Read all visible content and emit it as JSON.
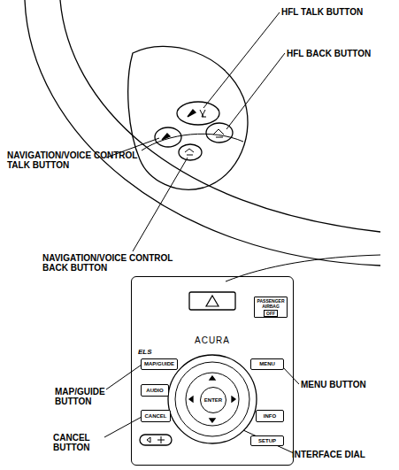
{
  "diagram": {
    "nodes": [
      {
        "text": [
          "ACURA"
        ]
      },
      {
        "text": [
          "PASSENGER AIRBAG",
          "OFF"
        ],
        "in": 0
      },
      {
        "text": [
          "MAP/GUIDE"
        ],
        "in": 0
      },
      {
        "text": [
          "MENU"
        ],
        "in": 0
      },
      {
        "text": [
          "AUDIO"
        ],
        "in": 0
      },
      {
        "text": [
          "CANCEL"
        ],
        "in": 0
      },
      {
        "text": [
          "INFO"
        ],
        "in": 0
      },
      {
        "text": [
          "ENTER"
        ],
        "in": 0
      },
      {
        "text": [
          "SETUP"
        ],
        "in": 0
      }
    ],
    "labels": [
      "HFL TALK BUTTON",
      "HFL BACK BUTTON",
      "NAVIGATION/VOICE CONTROL TALK BUTTON",
      "NAVIGATION/VOICE CONTROL BACK BUTTON",
      "ELS",
      "MAP/GUIDE BUTTON",
      "MENU BUTTON",
      "CANCEL BUTTON",
      "INTERFACE DIAL"
    ]
  }
}
